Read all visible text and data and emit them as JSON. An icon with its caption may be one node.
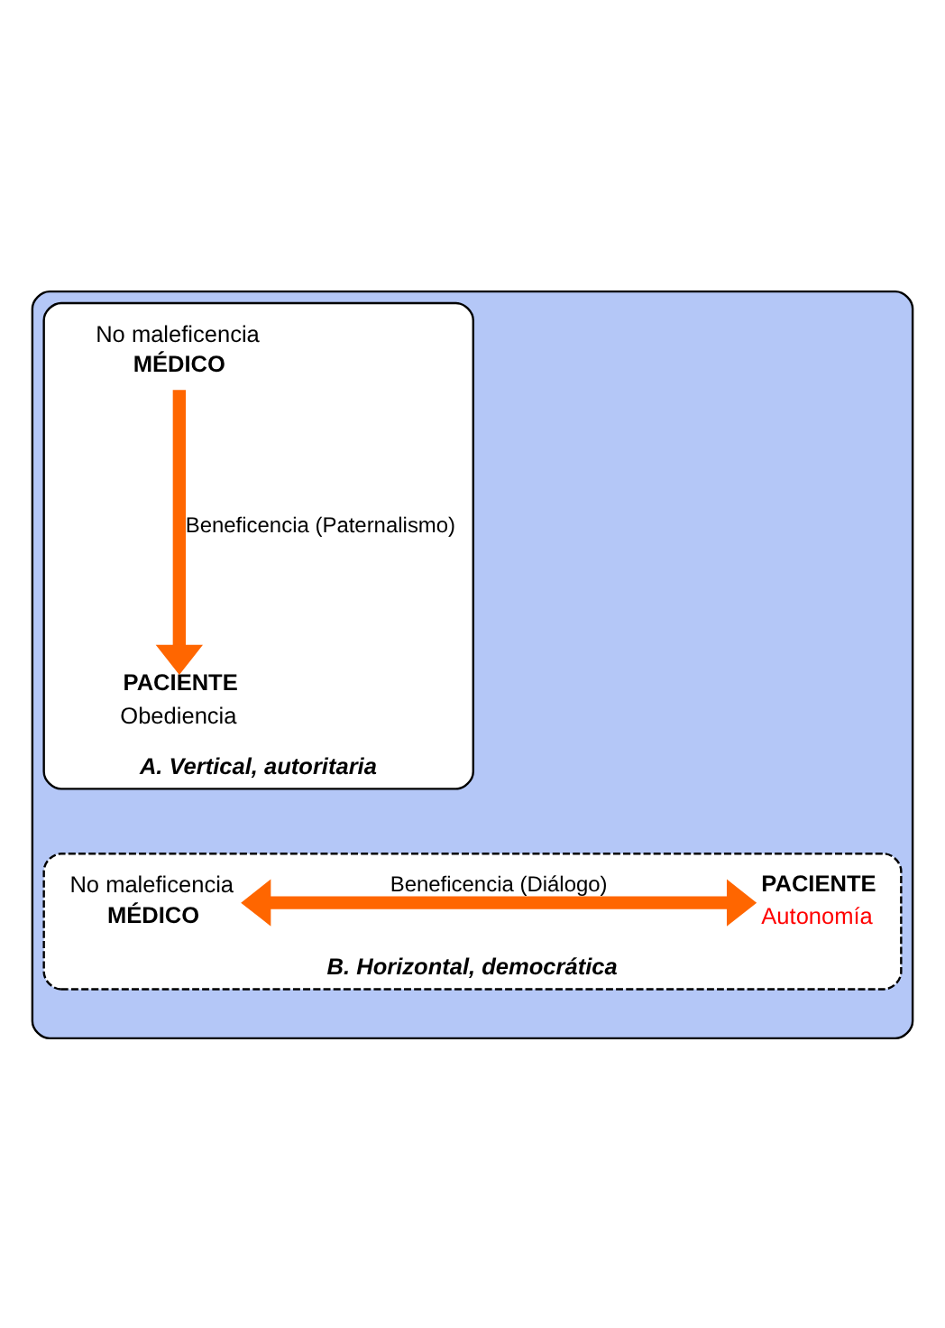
{
  "diagram": {
    "nodes": [
      {
        "text": [],
        "shape": "box"
      },
      {
        "text": [
          "A. Vertical, autoritaria"
        ],
        "in": 0
      },
      {
        "text": [
          "MÉDICO"
        ],
        "in": 1,
        "beside": [
          "No maleficencia"
        ]
      },
      {
        "text": [
          "PACIENTE"
        ],
        "in": 1,
        "beside": [
          "Obediencia"
        ]
      },
      {
        "text": [
          "B. Horizontal, democrática"
        ],
        "in": 0
      },
      {
        "text": [
          "MÉDICO"
        ],
        "in": 4,
        "beside": [
          "No maleficencia"
        ]
      },
      {
        "text": [
          "PACIENTE"
        ],
        "in": 4,
        "beside": [
          "Autonomía"
        ]
      }
    ],
    "edges": [
      {
        "from": 2,
        "to": 3,
        "arrow": "to",
        "label": "Beneficencia (Paternalismo)"
      },
      {
        "from": 5,
        "to": 6,
        "arrow": "both",
        "label": "Beneficencia (Diálogo)"
      }
    ]
  }
}
